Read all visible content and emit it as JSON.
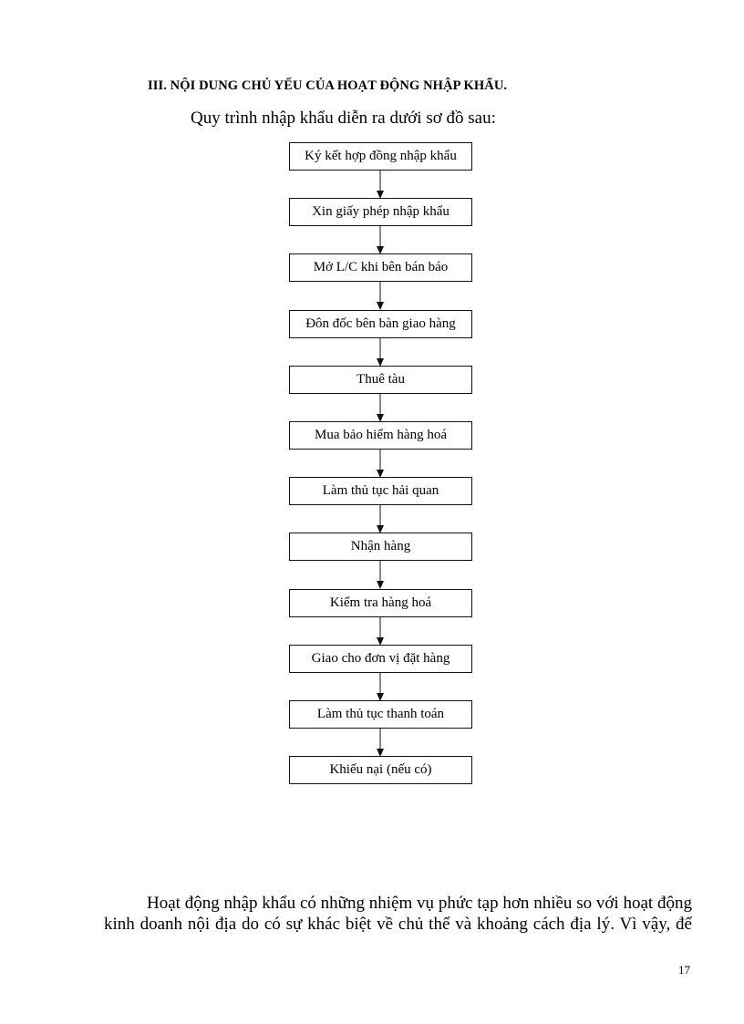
{
  "document": {
    "section_heading": "III. NỘI DUNG CHỦ YẾU CỦA HOẠT ĐỘNG NHẬP KHẨU.",
    "intro_text": "Quy trình nhập khẩu diễn ra dưới sơ đồ sau:",
    "flowchart": {
      "steps": [
        "Ký kết hợp đồng nhập khẩu",
        "Xin giấy phép  nhập khẩu",
        "Mở L/C khi bên bán báo",
        "Đôn đốc bên bàn giao hàng",
        "Thuê tàu",
        "Mua bảo hiểm hàng hoá",
        "Làm thủ tục hải quan",
        "Nhận hàng",
        "Kiểm tra hàng hoá",
        "Giao cho đơn vị đặt hàng",
        "Làm thủ tục thanh toán",
        "Khiếu nại (nếu có)"
      ]
    },
    "paragraph": {
      "line1": "Hoạt động nhập khẩu có những nhiệm vụ phức tạp hơn nhiều so với hoạt động",
      "line2": "kinh doanh nội địa do có sự khác biệt về chủ thể và khoảng cách địa lý. Vì vậy, để"
    },
    "page_number": "17"
  }
}
